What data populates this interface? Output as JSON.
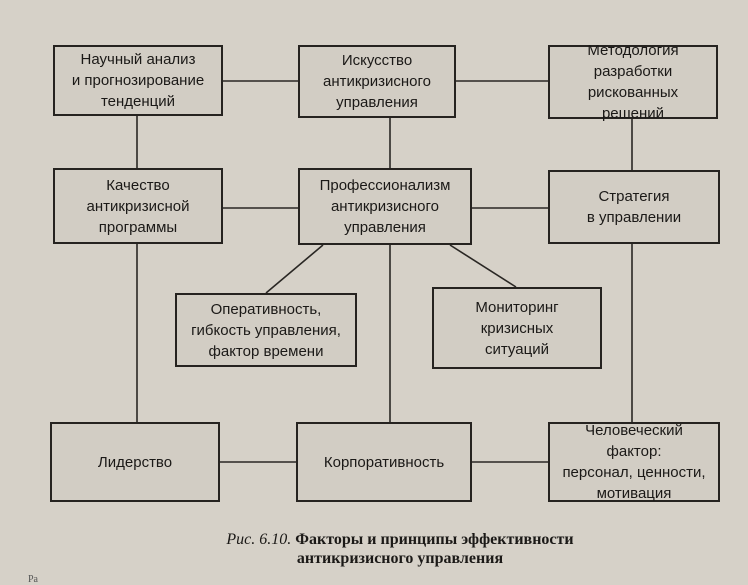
{
  "boxes": {
    "b1": "Научный анализ\nи прогнозирование\nтенденций",
    "b2": "Искусство\nантикризисного\nуправления",
    "b3": "Методология\nразработки\nрискованных решений",
    "b4": "Качество\nантикризисной\nпрограммы",
    "b5": "Профессионализм\nантикризисного\nуправления",
    "b6": "Стратегия\nв управлении",
    "b7": "Оперативность,\nгибкость управления,\nфактор времени",
    "b8": "Мониторинг\nкризисных\nситуаций",
    "b9": "Лидерство",
    "b10": "Корпоративность",
    "b11": "Человеческий фактор:\nперсонал, ценности,\nмотивация"
  },
  "caption": {
    "figure": "Рис. 6.10.",
    "title_line1": "Факторы и принципы эффективности",
    "title_line2": "антикризисного управления"
  },
  "footer_text": "Ра"
}
